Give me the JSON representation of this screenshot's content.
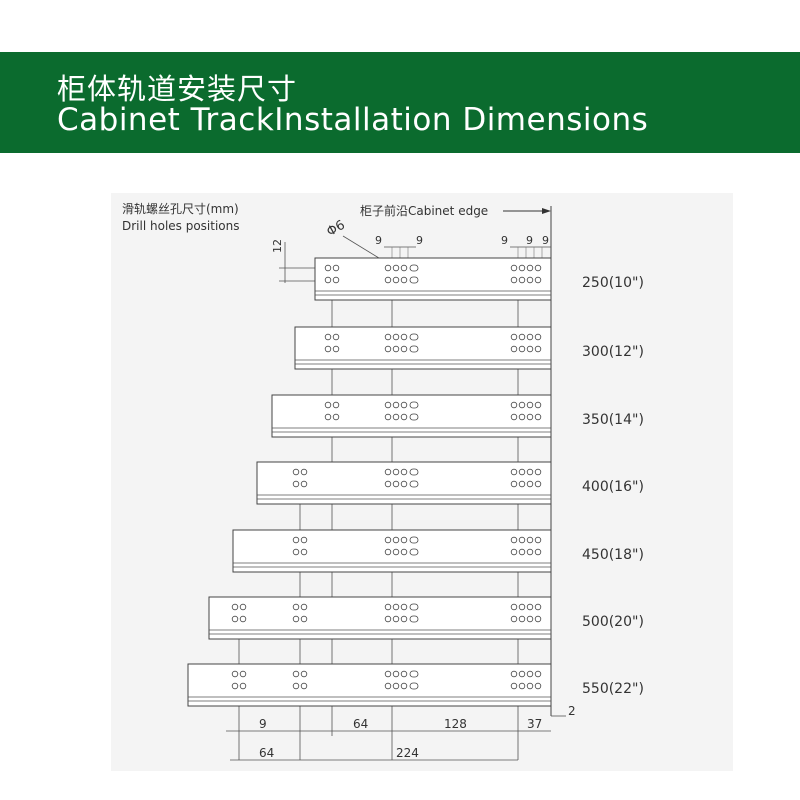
{
  "header": {
    "title_cn": "柜体轨道安装尺寸",
    "title_en": "Cabinet TrackInstallation Dimensions",
    "background_color": "#0b6b2e",
    "text_color": "#ffffff"
  },
  "diagram": {
    "note_cn": "滑轨螺丝孔尺寸(mm)",
    "note_en": "Drill holes positions",
    "edge_label": "柜子前沿Cabinet edge",
    "hole_diameter": "Φ6",
    "top_dims": {
      "height_12": "12",
      "spacing_a1": "9",
      "spacing_a2": "9",
      "spacing_b1": "9",
      "spacing_b2": "9",
      "spacing_b3": "9"
    },
    "rails": [
      {
        "size": "250(10\")"
      },
      {
        "size": "300(12\")"
      },
      {
        "size": "350(14\")"
      },
      {
        "size": "400(16\")"
      },
      {
        "size": "450(18\")"
      },
      {
        "size": "500(20\")"
      },
      {
        "size": "550(22\")"
      }
    ],
    "bottom_dims": {
      "d9": "9",
      "d64a": "64",
      "d128": "128",
      "d37": "37",
      "d2": "2",
      "d64b": "64",
      "d224": "224"
    }
  }
}
